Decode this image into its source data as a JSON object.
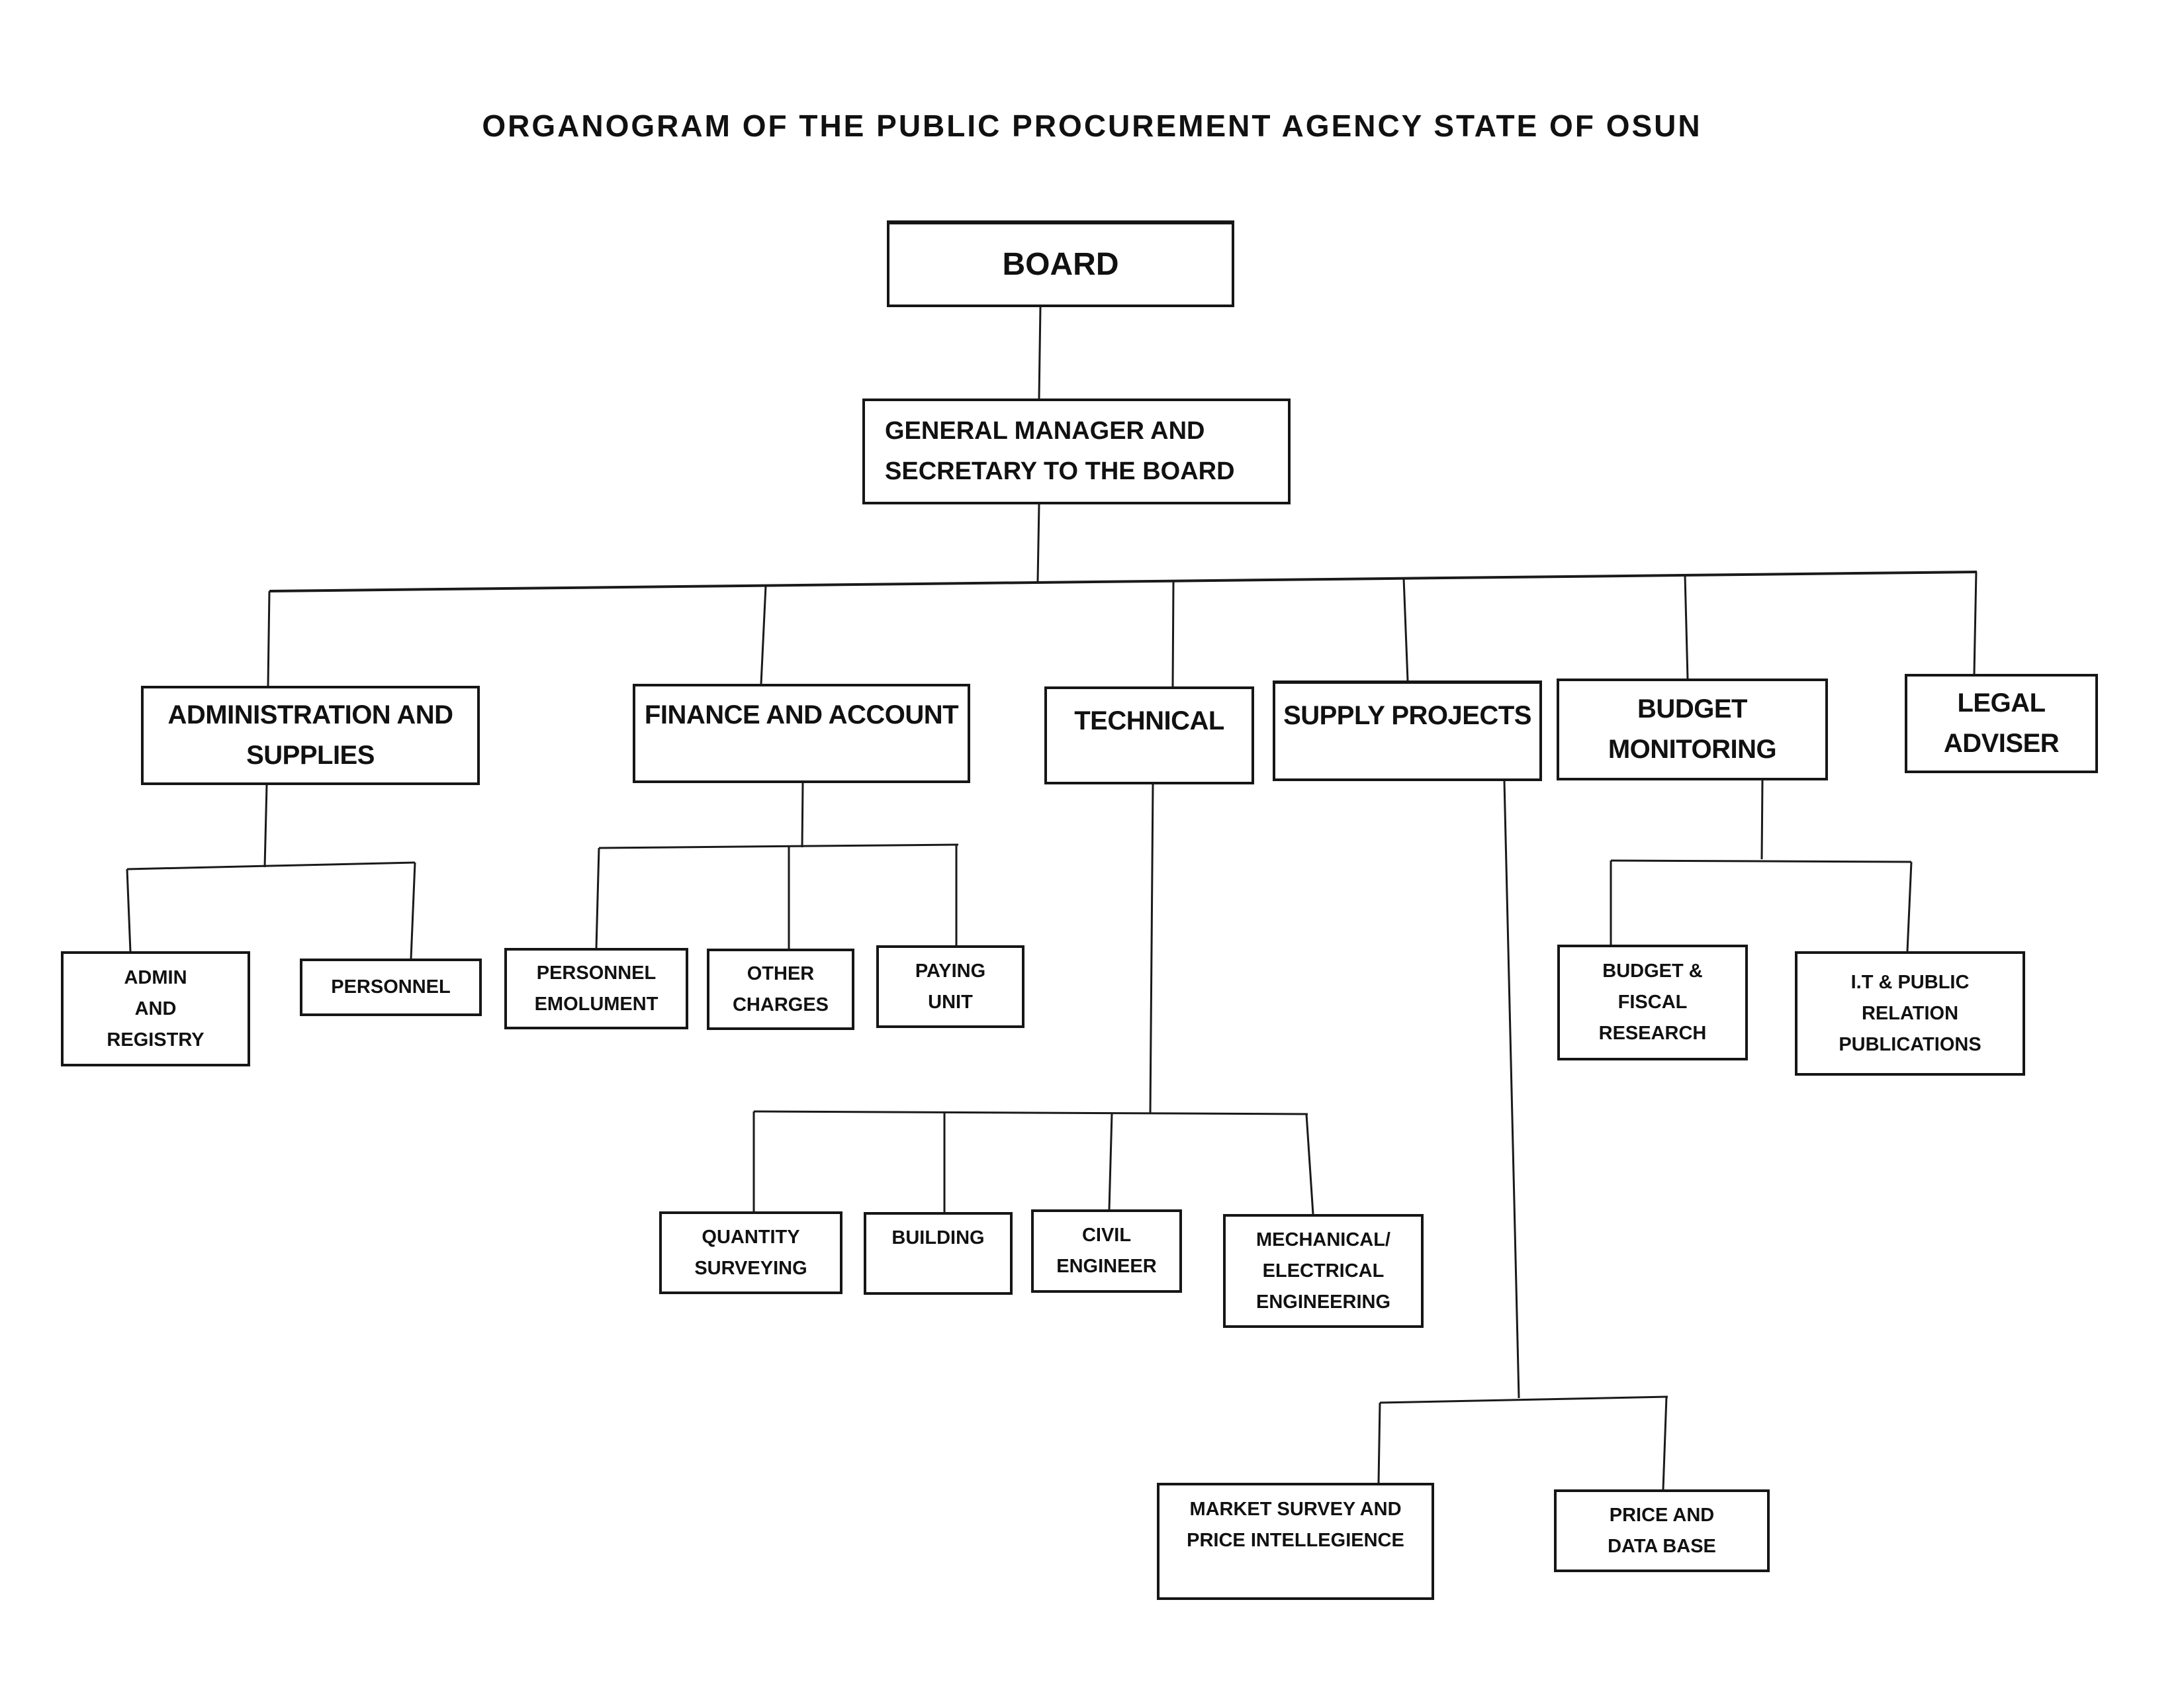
{
  "title": "ORGANOGRAM OF THE PUBLIC PROCUREMENT AGENCY STATE OF OSUN",
  "colors": {
    "ink": "#1a1a1a",
    "background": "#ffffff"
  },
  "nodes": {
    "board": {
      "label": "BOARD"
    },
    "gm": {
      "lines": [
        "GENERAL MANAGER AND",
        "SECRETARY TO THE BOARD"
      ]
    },
    "admin": {
      "lines": [
        "ADMINISTRATION AND",
        "SUPPLIES"
      ]
    },
    "finance": {
      "label": "FINANCE AND ACCOUNT"
    },
    "technical": {
      "label": "TECHNICAL"
    },
    "supply": {
      "label": "SUPPLY PROJECTS"
    },
    "budget": {
      "lines": [
        "BUDGET",
        "MONITORING"
      ]
    },
    "legal": {
      "lines": [
        "LEGAL",
        "ADVISER"
      ]
    },
    "admin_registry": {
      "lines": [
        "ADMIN",
        "AND",
        "REGISTRY"
      ]
    },
    "personnel": {
      "label": "PERSONNEL"
    },
    "personnel_emolument": {
      "lines": [
        "PERSONNEL",
        "EMOLUMENT"
      ]
    },
    "other_charges": {
      "lines": [
        "OTHER",
        "CHARGES"
      ]
    },
    "paying_unit": {
      "lines": [
        "PAYING",
        "UNIT"
      ]
    },
    "quantity_surveying": {
      "lines": [
        "QUANTITY",
        "SURVEYING"
      ]
    },
    "building": {
      "label": "BUILDING"
    },
    "civil_engineer": {
      "lines": [
        "CIVIL",
        "ENGINEER"
      ]
    },
    "mech_elec": {
      "lines": [
        "MECHANICAL/",
        "ELECTRICAL",
        "ENGINEERING"
      ]
    },
    "market_survey": {
      "lines": [
        "MARKET SURVEY AND",
        "PRICE INTELLEGIENCE"
      ]
    },
    "price_db": {
      "lines": [
        "PRICE AND",
        "DATA BASE"
      ]
    },
    "budget_fiscal": {
      "lines": [
        "BUDGET &",
        "FISCAL",
        "RESEARCH"
      ]
    },
    "it_public": {
      "lines": [
        "I.T & PUBLIC",
        "RELATION",
        "PUBLICATIONS"
      ]
    }
  }
}
